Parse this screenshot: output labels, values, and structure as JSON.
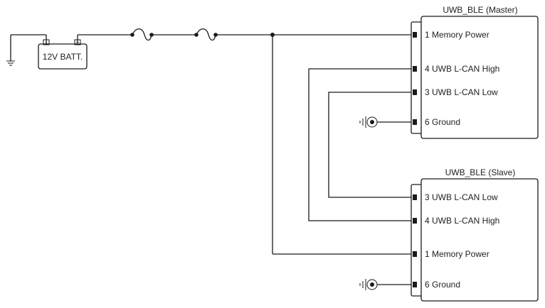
{
  "battery": {
    "label": "12V BATT.",
    "neg_symbol": "-",
    "pos_symbol": "+"
  },
  "modules": [
    {
      "title": "UWB_BLE (Master)",
      "pins": [
        {
          "label": "1 Memory Power"
        },
        {
          "label": "4 UWB L-CAN High"
        },
        {
          "label": "3 UWB L-CAN Low"
        },
        {
          "label": "6 Ground"
        }
      ]
    },
    {
      "title": "UWB_BLE (Slave)",
      "pins": [
        {
          "label": "3 UWB L-CAN Low"
        },
        {
          "label": "4 UWB L-CAN High"
        },
        {
          "label": "1 Memory Power"
        },
        {
          "label": "6 Ground"
        }
      ]
    }
  ],
  "icons": [
    "ground-icon",
    "fuse-icon",
    "chassis-ground-icon",
    "junction-dot-icon"
  ]
}
